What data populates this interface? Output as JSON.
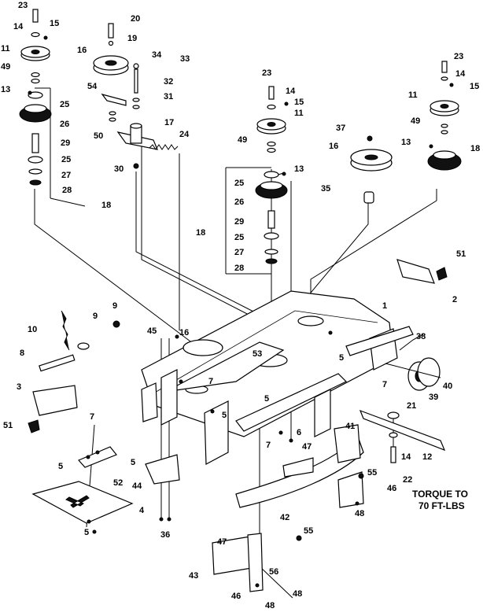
{
  "note": {
    "line1": "TORQUE TO",
    "line2": "70 FT-LBS"
  },
  "callouts": [
    {
      "id": "c23a",
      "text": "23"
    },
    {
      "id": "c14a",
      "text": "14"
    },
    {
      "id": "c15a",
      "text": "15"
    },
    {
      "id": "c11a",
      "text": "11"
    },
    {
      "id": "c49a",
      "text": "49"
    },
    {
      "id": "c13a",
      "text": "13"
    },
    {
      "id": "c25a",
      "text": "25"
    },
    {
      "id": "c26a",
      "text": "26"
    },
    {
      "id": "c29a",
      "text": "29"
    },
    {
      "id": "c25b",
      "text": "25"
    },
    {
      "id": "c27a",
      "text": "27"
    },
    {
      "id": "c28a",
      "text": "28"
    },
    {
      "id": "c18a",
      "text": "18"
    },
    {
      "id": "c20",
      "text": "20"
    },
    {
      "id": "c19",
      "text": "19"
    },
    {
      "id": "c16a",
      "text": "16"
    },
    {
      "id": "c34",
      "text": "34"
    },
    {
      "id": "c33",
      "text": "33"
    },
    {
      "id": "c54",
      "text": "54"
    },
    {
      "id": "c32",
      "text": "32"
    },
    {
      "id": "c31",
      "text": "31"
    },
    {
      "id": "c50",
      "text": "50"
    },
    {
      "id": "c17",
      "text": "17"
    },
    {
      "id": "c24",
      "text": "24"
    },
    {
      "id": "c30",
      "text": "30"
    },
    {
      "id": "c23b",
      "text": "23"
    },
    {
      "id": "c14b",
      "text": "14"
    },
    {
      "id": "c15b",
      "text": "15"
    },
    {
      "id": "c11b",
      "text": "11"
    },
    {
      "id": "c49b",
      "text": "49"
    },
    {
      "id": "c13b",
      "text": "13"
    },
    {
      "id": "c25c",
      "text": "25"
    },
    {
      "id": "c26b",
      "text": "26"
    },
    {
      "id": "c18b",
      "text": "18"
    },
    {
      "id": "c29b",
      "text": "29"
    },
    {
      "id": "c25d",
      "text": "25"
    },
    {
      "id": "c27b",
      "text": "27"
    },
    {
      "id": "c28b",
      "text": "28"
    },
    {
      "id": "c37",
      "text": "37"
    },
    {
      "id": "c16b",
      "text": "16"
    },
    {
      "id": "c35",
      "text": "35"
    },
    {
      "id": "c23c",
      "text": "23"
    },
    {
      "id": "c14c",
      "text": "14"
    },
    {
      "id": "c15c",
      "text": "15"
    },
    {
      "id": "c11c",
      "text": "11"
    },
    {
      "id": "c49c",
      "text": "49"
    },
    {
      "id": "c13c",
      "text": "13"
    },
    {
      "id": "c18c",
      "text": "18"
    },
    {
      "id": "c51a",
      "text": "51"
    },
    {
      "id": "c2",
      "text": "2"
    },
    {
      "id": "c1",
      "text": "1"
    },
    {
      "id": "c10",
      "text": "10"
    },
    {
      "id": "c9a",
      "text": "9"
    },
    {
      "id": "c9b",
      "text": "9"
    },
    {
      "id": "c45",
      "text": "45"
    },
    {
      "id": "c16c",
      "text": "16"
    },
    {
      "id": "c53",
      "text": "53"
    },
    {
      "id": "c5a",
      "text": "5"
    },
    {
      "id": "c38",
      "text": "38"
    },
    {
      "id": "c8",
      "text": "8"
    },
    {
      "id": "c7a",
      "text": "7"
    },
    {
      "id": "c7b",
      "text": "7"
    },
    {
      "id": "c40",
      "text": "40"
    },
    {
      "id": "c3",
      "text": "3"
    },
    {
      "id": "c5b",
      "text": "5"
    },
    {
      "id": "c39",
      "text": "39"
    },
    {
      "id": "c5c",
      "text": "5"
    },
    {
      "id": "c21",
      "text": "21"
    },
    {
      "id": "c51b",
      "text": "51"
    },
    {
      "id": "c7c",
      "text": "7"
    },
    {
      "id": "c6",
      "text": "6"
    },
    {
      "id": "c41",
      "text": "41"
    },
    {
      "id": "c12",
      "text": "12"
    },
    {
      "id": "c5d",
      "text": "5"
    },
    {
      "id": "c5e",
      "text": "5"
    },
    {
      "id": "c7d",
      "text": "7"
    },
    {
      "id": "c47a",
      "text": "47"
    },
    {
      "id": "c14d",
      "text": "14"
    },
    {
      "id": "c52",
      "text": "52"
    },
    {
      "id": "c44",
      "text": "44"
    },
    {
      "id": "c22",
      "text": "22"
    },
    {
      "id": "c55a",
      "text": "55"
    },
    {
      "id": "c46a",
      "text": "46"
    },
    {
      "id": "c48a",
      "text": "48"
    },
    {
      "id": "c4",
      "text": "4"
    },
    {
      "id": "c42",
      "text": "42"
    },
    {
      "id": "c5f",
      "text": "5"
    },
    {
      "id": "c36",
      "text": "36"
    },
    {
      "id": "c47b",
      "text": "47"
    },
    {
      "id": "c55b",
      "text": "55"
    },
    {
      "id": "c43",
      "text": "43"
    },
    {
      "id": "c56",
      "text": "56"
    },
    {
      "id": "c46b",
      "text": "46"
    },
    {
      "id": "c48b",
      "text": "48"
    },
    {
      "id": "c48c",
      "text": "48"
    }
  ]
}
